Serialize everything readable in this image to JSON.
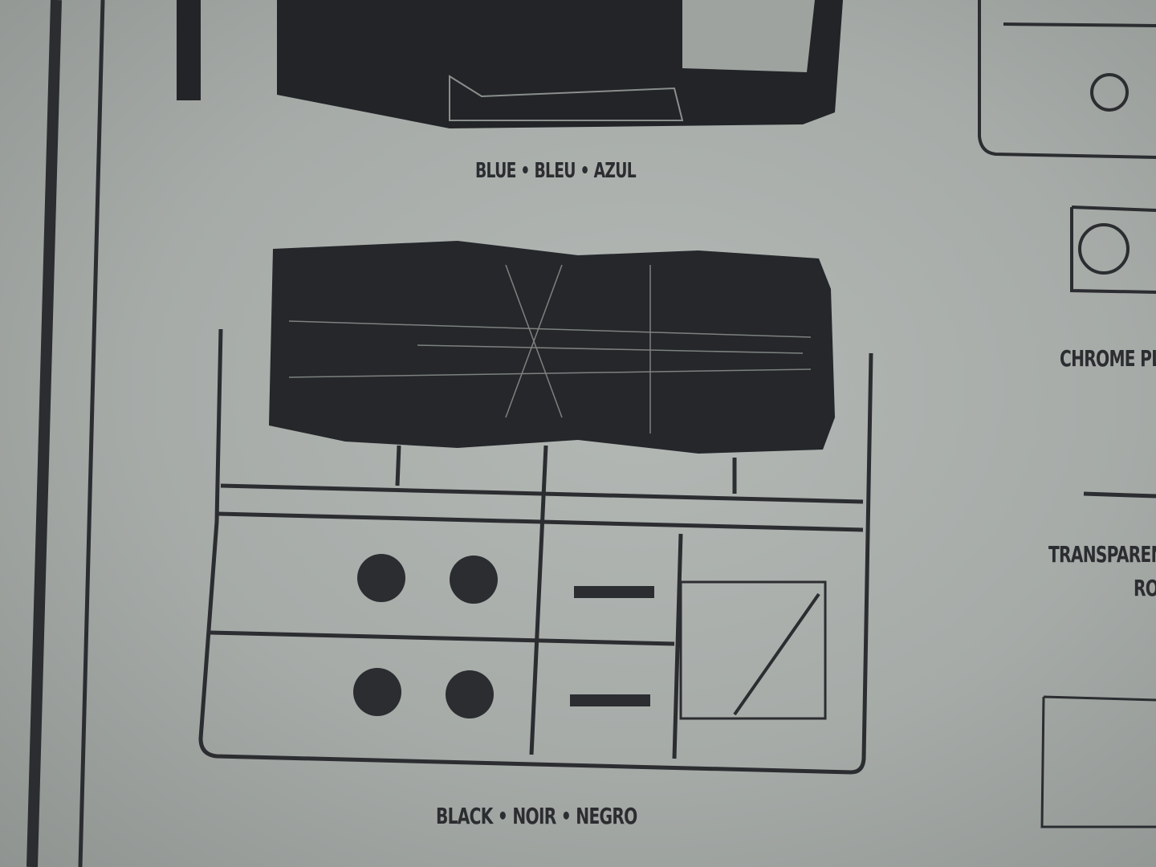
{
  "labels": {
    "blue": "BLUE • BLEU • AZUL",
    "black": "BLACK •  NOIR • NEGRO",
    "chrome": "CHROME PLA",
    "transparent": "TRANSPARENT",
    "transparent_line2": "RO"
  },
  "colors": {
    "paper": "#a7aca9",
    "ink": "#2b2d30"
  }
}
